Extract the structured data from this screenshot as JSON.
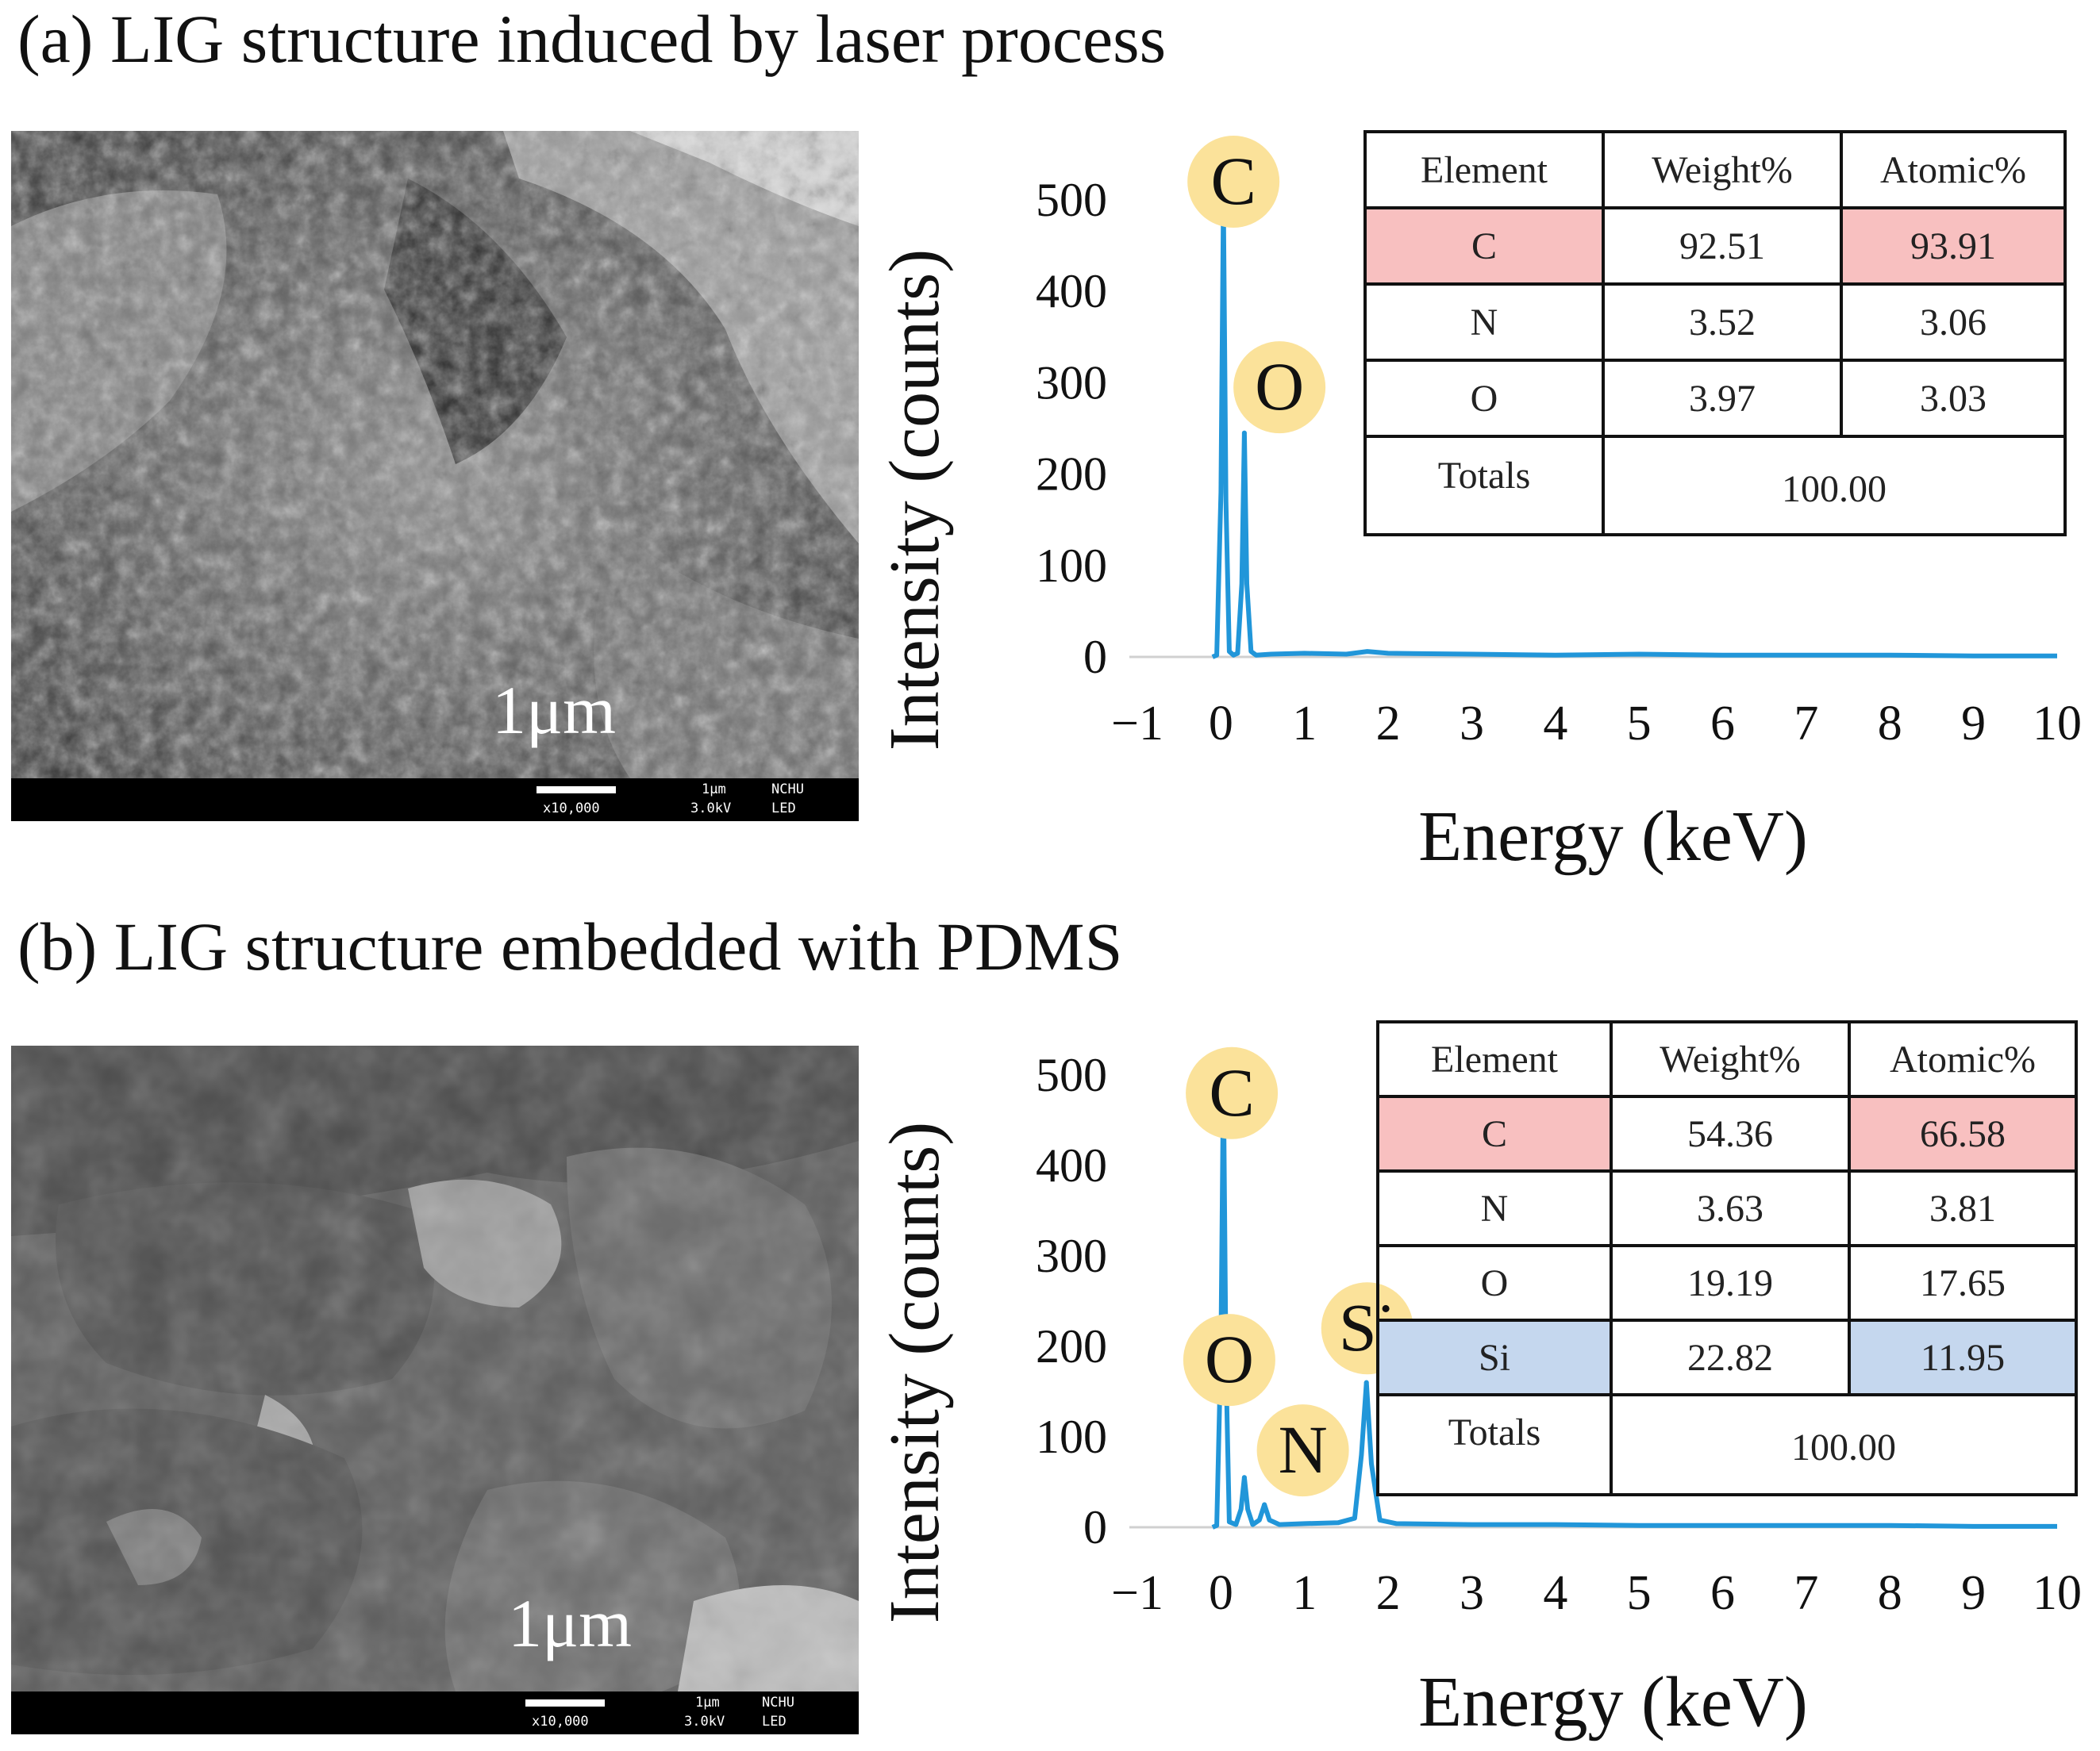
{
  "panel_a": {
    "title": "(a) LIG structure induced by laser process",
    "sem": {
      "scale_label": "1μm",
      "databar": {
        "bar_label": "1μm",
        "lab": "NCHU",
        "mag": "x10,000",
        "kv": "3.0kV",
        "det": "LED"
      }
    },
    "table": {
      "headers": [
        "Element",
        "Weight%",
        "Atomic%"
      ],
      "rows": [
        {
          "element": "C",
          "weight": "92.51",
          "atomic": "93.91"
        },
        {
          "element": "N",
          "weight": "3.52",
          "atomic": "3.06"
        },
        {
          "element": "O",
          "weight": "3.97",
          "atomic": "3.03"
        }
      ],
      "totals_label": "Totals",
      "totals_value": "100.00"
    }
  },
  "panel_b": {
    "title": "(b) LIG structure embedded with PDMS",
    "sem": {
      "scale_label": "1μm",
      "databar": {
        "bar_label": "1μm",
        "lab": "NCHU",
        "mag": "x10,000",
        "kv": "3.0kV",
        "det": "LED"
      }
    },
    "table": {
      "headers": [
        "Element",
        "Weight%",
        "Atomic%"
      ],
      "rows": [
        {
          "element": "C",
          "weight": "54.36",
          "atomic": "66.58"
        },
        {
          "element": "N",
          "weight": "3.63",
          "atomic": "3.81"
        },
        {
          "element": "O",
          "weight": "19.19",
          "atomic": "17.65"
        },
        {
          "element": "Si",
          "weight": "22.82",
          "atomic": "11.95"
        }
      ],
      "totals_label": "Totals",
      "totals_value": "100.00"
    }
  },
  "colors": {
    "line": "#2196d9",
    "peak_label": "#fbe29a",
    "highlight_red": "#f8c0c0",
    "highlight_blue": "#c5d7ee"
  },
  "chart_data": [
    {
      "type": "line",
      "xlabel": "Energy (keV)",
      "ylabel": "Intensity (counts)",
      "xlim": [
        -1,
        10
      ],
      "ylim": [
        0,
        500
      ],
      "xticks": [
        -1,
        0,
        1,
        2,
        3,
        4,
        5,
        6,
        7,
        8,
        9,
        10
      ],
      "yticks": [
        0,
        100,
        200,
        300,
        400,
        500
      ],
      "grid": false,
      "peaks": [
        {
          "label": "C",
          "x": 0.03,
          "y": 500
        },
        {
          "label": "O",
          "x": 0.28,
          "y": 245
        }
      ],
      "peak_labels": [
        {
          "text": "C",
          "x": 0.15,
          "y": 520
        },
        {
          "text": "O",
          "x": 0.7,
          "y": 295
        }
      ],
      "series": [
        {
          "x": [
            -0.1,
            -0.05,
            0.0,
            0.03,
            0.06,
            0.1,
            0.15,
            0.2,
            0.25,
            0.28,
            0.31,
            0.36,
            0.42,
            0.6,
            1.0,
            1.5,
            1.75,
            2.0,
            3.0,
            4.0,
            5.0,
            6.0,
            7.0,
            8.0,
            9.0,
            10.0
          ],
          "y": [
            0,
            2,
            180,
            500,
            170,
            6,
            2,
            4,
            80,
            245,
            80,
            6,
            2,
            3,
            4,
            3,
            6,
            4,
            3,
            2,
            3,
            2,
            2,
            2,
            1,
            1
          ]
        }
      ]
    },
    {
      "type": "line",
      "xlabel": "Energy (keV)",
      "ylabel": "Intensity (counts)",
      "xlim": [
        -1,
        10
      ],
      "ylim": [
        0,
        500
      ],
      "xticks": [
        -1,
        0,
        1,
        2,
        3,
        4,
        5,
        6,
        7,
        8,
        9,
        10
      ],
      "yticks": [
        0,
        100,
        200,
        300,
        400,
        500
      ],
      "grid": false,
      "peaks": [
        {
          "label": "C",
          "x": 0.03,
          "y": 500
        },
        {
          "label": "O",
          "x": 0.28,
          "y": 55
        },
        {
          "label": "N",
          "x": 0.52,
          "y": 25
        },
        {
          "label": "Si",
          "x": 1.74,
          "y": 160
        }
      ],
      "peak_labels": [
        {
          "text": "C",
          "x": 0.13,
          "y": 480
        },
        {
          "text": "O",
          "x": 0.1,
          "y": 185
        },
        {
          "text": "N",
          "x": 0.98,
          "y": 85
        },
        {
          "text": "Si",
          "x": 1.75,
          "y": 220
        }
      ],
      "series": [
        {
          "x": [
            -0.1,
            -0.05,
            0.0,
            0.03,
            0.06,
            0.1,
            0.18,
            0.24,
            0.28,
            0.32,
            0.38,
            0.46,
            0.52,
            0.58,
            0.7,
            1.0,
            1.4,
            1.6,
            1.68,
            1.74,
            1.8,
            1.9,
            2.1,
            3.0,
            4.0,
            5.0,
            6.0,
            7.0,
            8.0,
            9.0,
            10.0
          ],
          "y": [
            0,
            2,
            200,
            500,
            180,
            6,
            3,
            20,
            55,
            20,
            3,
            8,
            25,
            8,
            3,
            4,
            5,
            10,
            80,
            160,
            70,
            8,
            4,
            3,
            3,
            2,
            2,
            2,
            2,
            1,
            1
          ]
        }
      ]
    }
  ]
}
